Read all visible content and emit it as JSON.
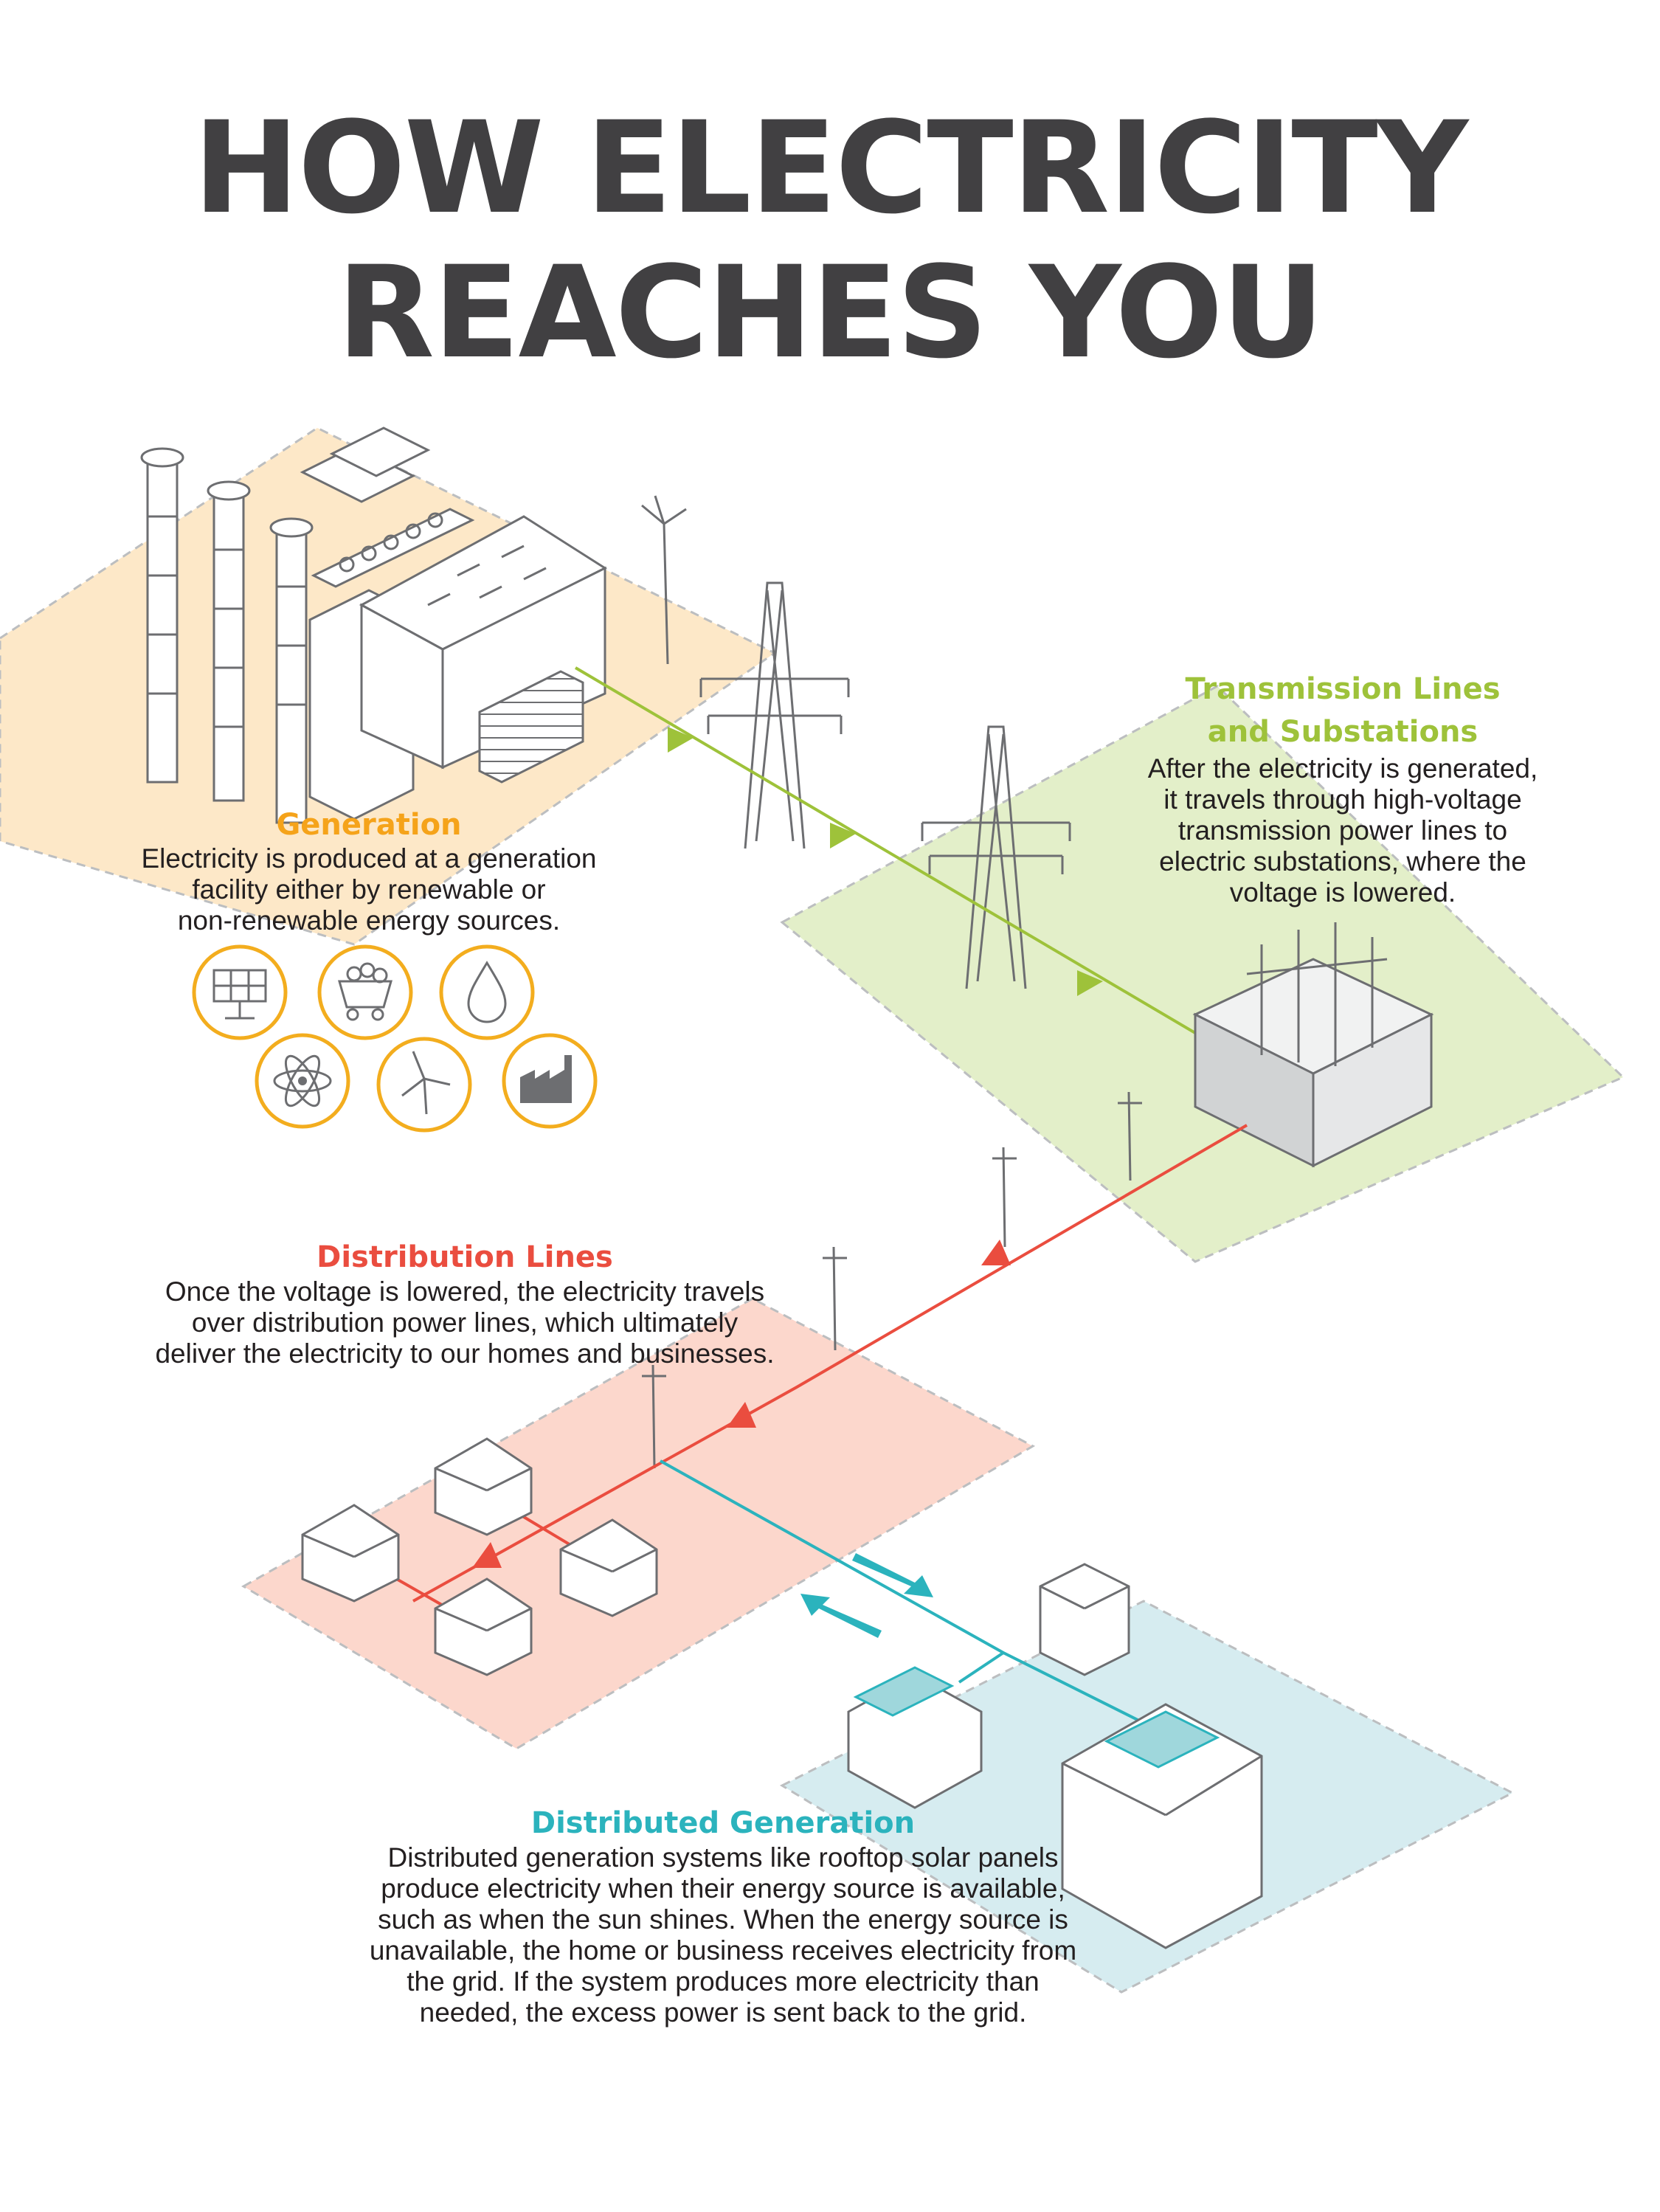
{
  "title": {
    "line1": "HOW ELECTRICITY",
    "line2": "REACHES YOU"
  },
  "generation": {
    "heading": "Generation",
    "body": [
      "Electricity is produced at a generation",
      "facility either by renewable or",
      "non-renewable energy sources."
    ],
    "icons": [
      "solar-panel-icon",
      "coal-cart-icon",
      "water-drop-icon",
      "atom-icon",
      "wind-turbine-icon",
      "factory-icon"
    ]
  },
  "transmission": {
    "heading_line1": "Transmission Lines",
    "heading_line2": "and Substations",
    "body": [
      "After the electricity is generated,",
      "it travels through high-voltage",
      "transmission power lines to",
      "electric substations, where the",
      "voltage is lowered."
    ]
  },
  "distribution": {
    "heading": "Distribution Lines",
    "body": [
      "Once the voltage is lowered, the electricity travels",
      "over distribution power lines, which ultimately",
      "deliver the electricity to our homes and businesses."
    ]
  },
  "distributed_generation": {
    "heading": "Distributed Generation",
    "body": [
      "Distributed generation systems like rooftop solar panels",
      "produce electricity when their energy source is available,",
      "such as when the sun shines. When the energy source is",
      "unavailable, the home or business receives electricity from",
      "the grid. If the system produces more electricity than",
      "needed, the excess power is sent back to the grid."
    ]
  },
  "colors": {
    "generation": "#f5a31a",
    "transmission": "#9ec23a",
    "distribution": "#ea4d3f",
    "distributed_generation": "#2bb3bd",
    "title": "#414042"
  }
}
